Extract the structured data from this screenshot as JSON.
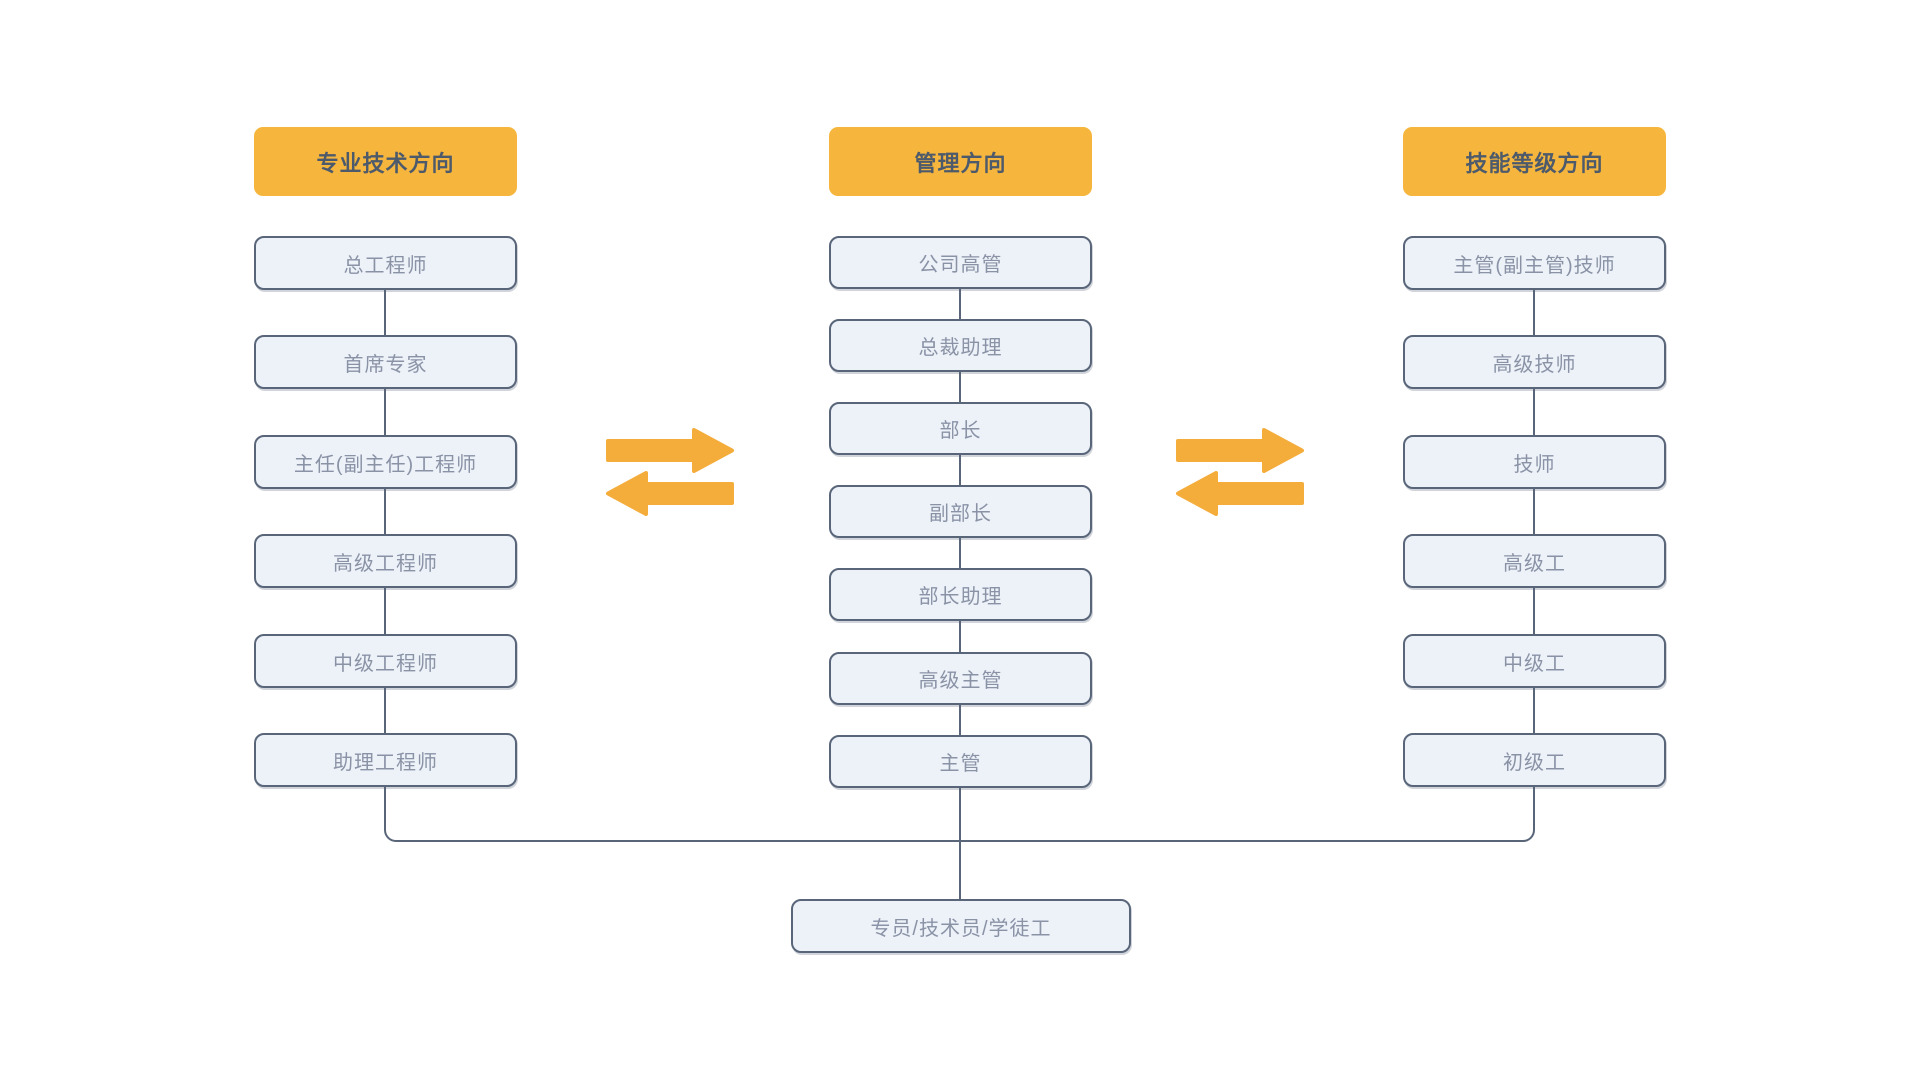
{
  "diagram": {
    "columns": [
      {
        "header": "专业技术方向",
        "items": [
          "总工程师",
          "首席专家",
          "主任(副主任)工程师",
          "高级工程师",
          "中级工程师",
          "助理工程师"
        ]
      },
      {
        "header": "管理方向",
        "items": [
          "公司高管",
          "总裁助理",
          "部长",
          "副部长",
          "部长助理",
          "高级主管",
          "主管"
        ]
      },
      {
        "header": "技能等级方向",
        "items": [
          "主管(副主管)技师",
          "高级技师",
          "技师",
          "高级工",
          "中级工",
          "初级工"
        ]
      }
    ],
    "bottom_box": "专员/技术员/学徒工",
    "icons": {
      "swap_arrows": "⇄"
    },
    "colors": {
      "header_bg": "#F6B63D",
      "header_text": "#4D5A6B",
      "box_bg": "#EDF1F8",
      "box_border": "#59667A",
      "box_text": "#8A93A6",
      "line": "#59667A",
      "arrow": "#F4AC3B",
      "background": "#FFFFFF"
    }
  }
}
